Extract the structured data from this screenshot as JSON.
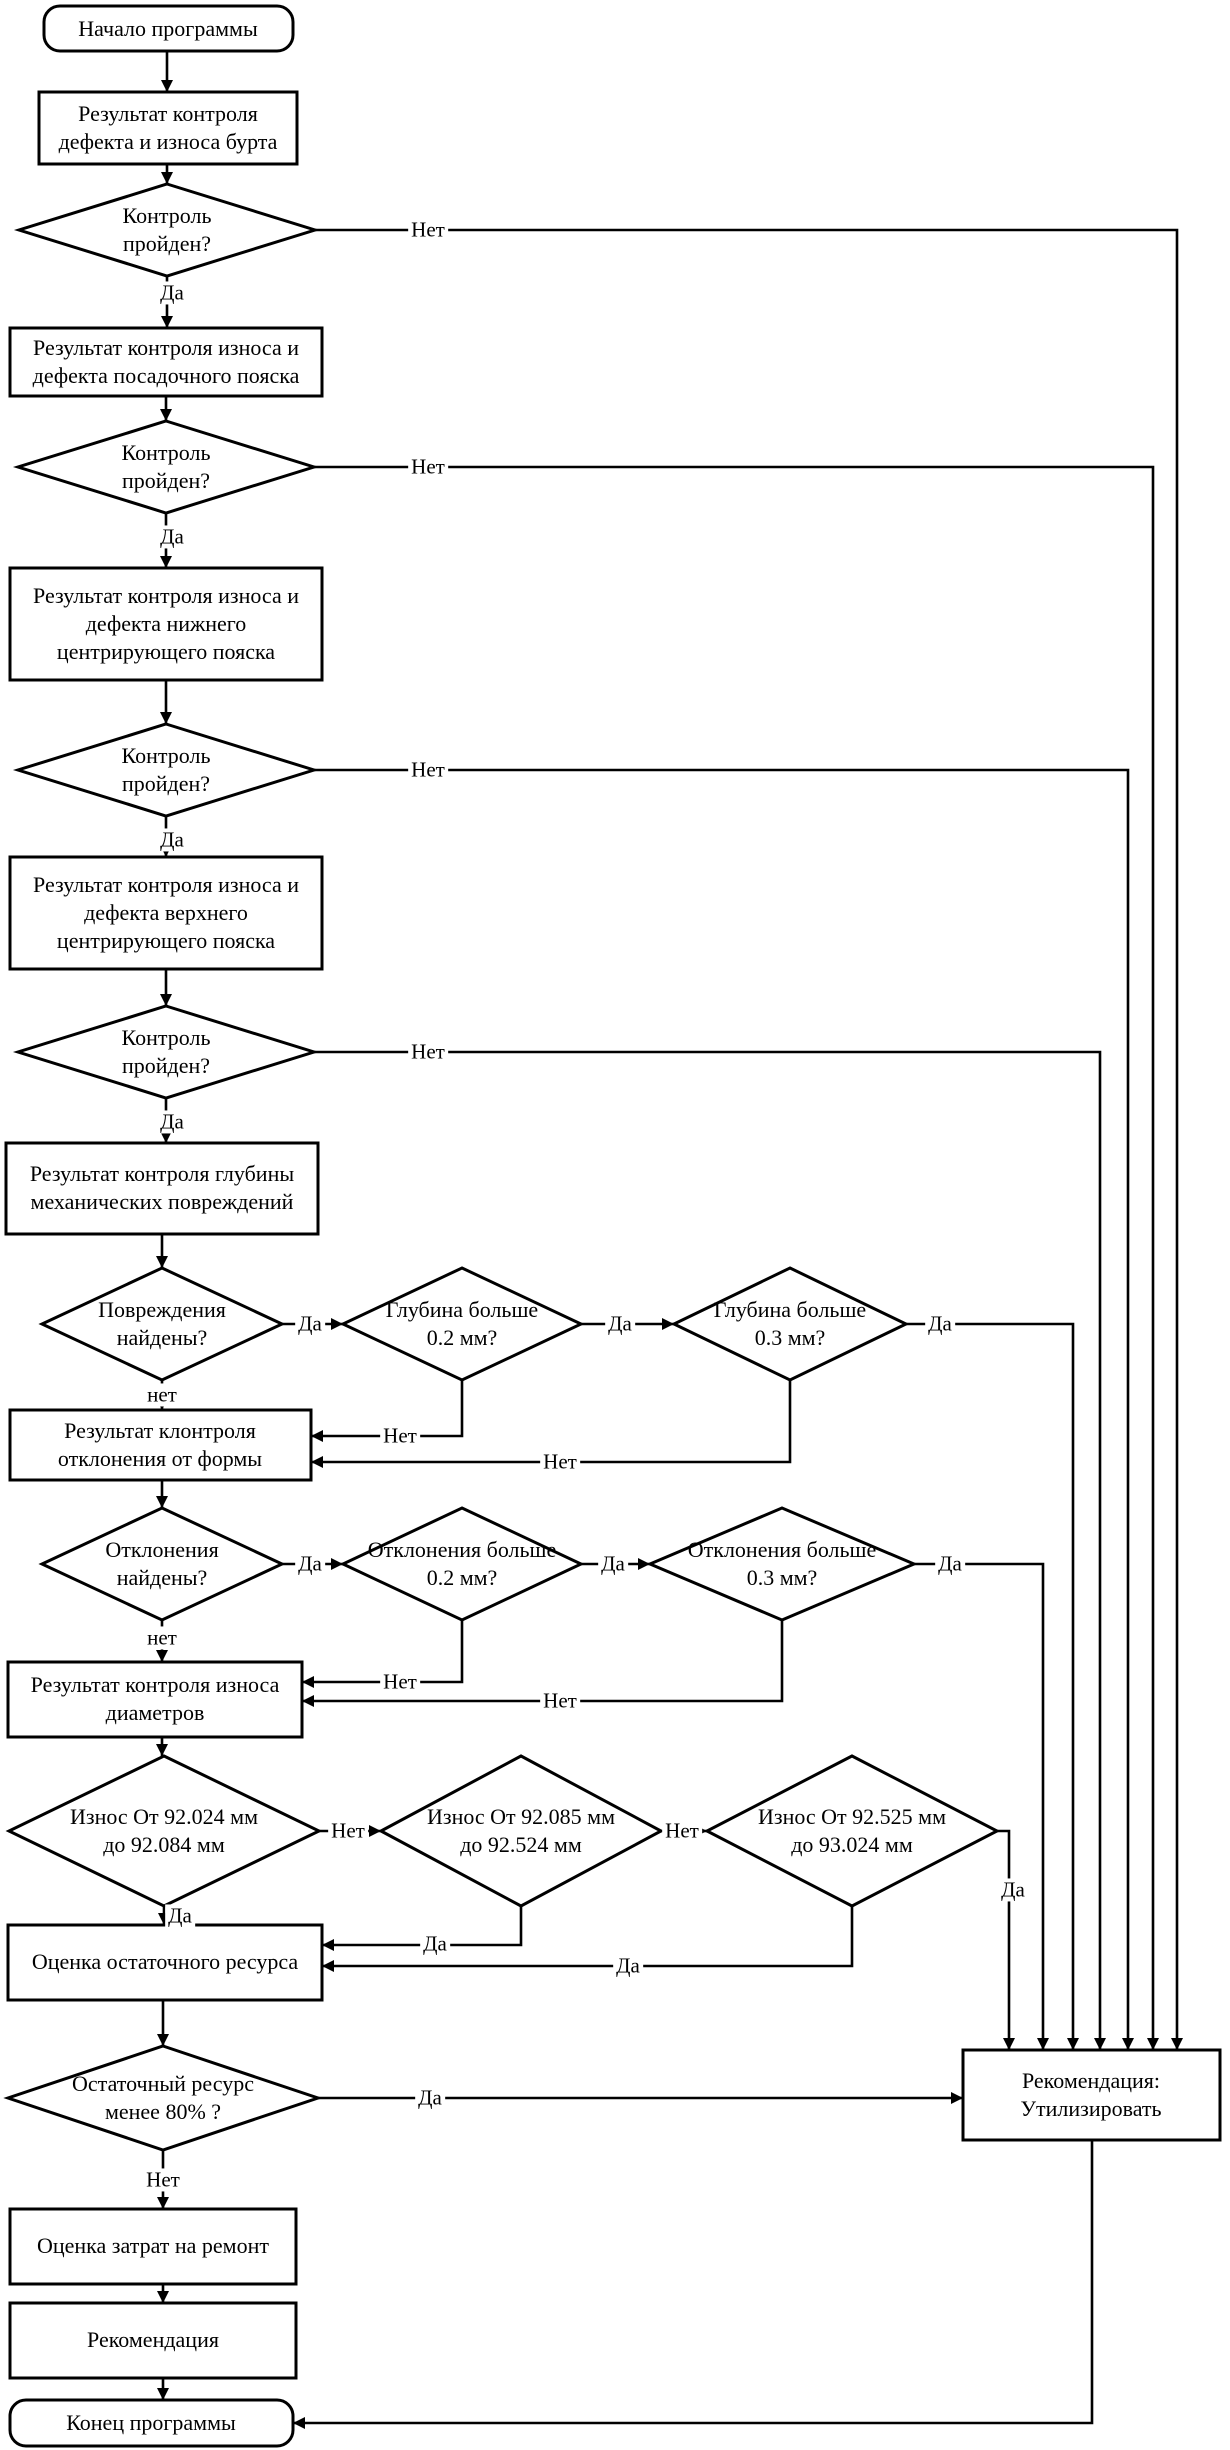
{
  "background": "#ffffff",
  "stroke_color": "#000000",
  "labels": {
    "yes": "Да",
    "no": "Нет",
    "no_lower": "нет"
  },
  "nodes": {
    "start": "Начало программы",
    "result_burt": "Результат контроля дефекта и износа бурта",
    "check_passed": "Контроль пройден?",
    "result_seat_belt": "Результат контроля износа и дефекта посадочного пояска",
    "result_lower_belt": "Результат контроля износа и дефекта нижнего центрирующего пояска",
    "result_upper_belt": "Результат контроля износа и дефекта верхнего центрирующего пояска",
    "result_depth": "Результат контроля глубины механических повреждений",
    "damage_found": "Повреждения найдены?",
    "depth_gt_02": "Глубина больше 0.2 мм?",
    "depth_gt_03": "Глубина больше 0.3 мм?",
    "result_form": "Результат клонтроля отклонения от формы",
    "deviation_found": "Отклонения найдены?",
    "deviation_gt_02": "Отклонения больше 0.2 мм?",
    "deviation_gt_03": "Отклонения больше 0.3 мм?",
    "result_diameters": "Результат контроля износа диаметров",
    "wear_range_1": "Износ От 92.024 мм до 92.084 мм",
    "wear_range_2": "Износ От 92.085 мм до 92.524 мм",
    "wear_range_3": "Износ От 92.525 мм до 93.024 мм",
    "resource_estimate": "Оценка остаточного ресурса",
    "resource_lt_80": "Остаточный ресурс менее 80% ?",
    "repair_cost": "Оценка затрат на ремонт",
    "recommendation": "Рекомендация",
    "recommend_dispose": "Рекомендация: Утилизировать",
    "end": "Конец программы"
  }
}
